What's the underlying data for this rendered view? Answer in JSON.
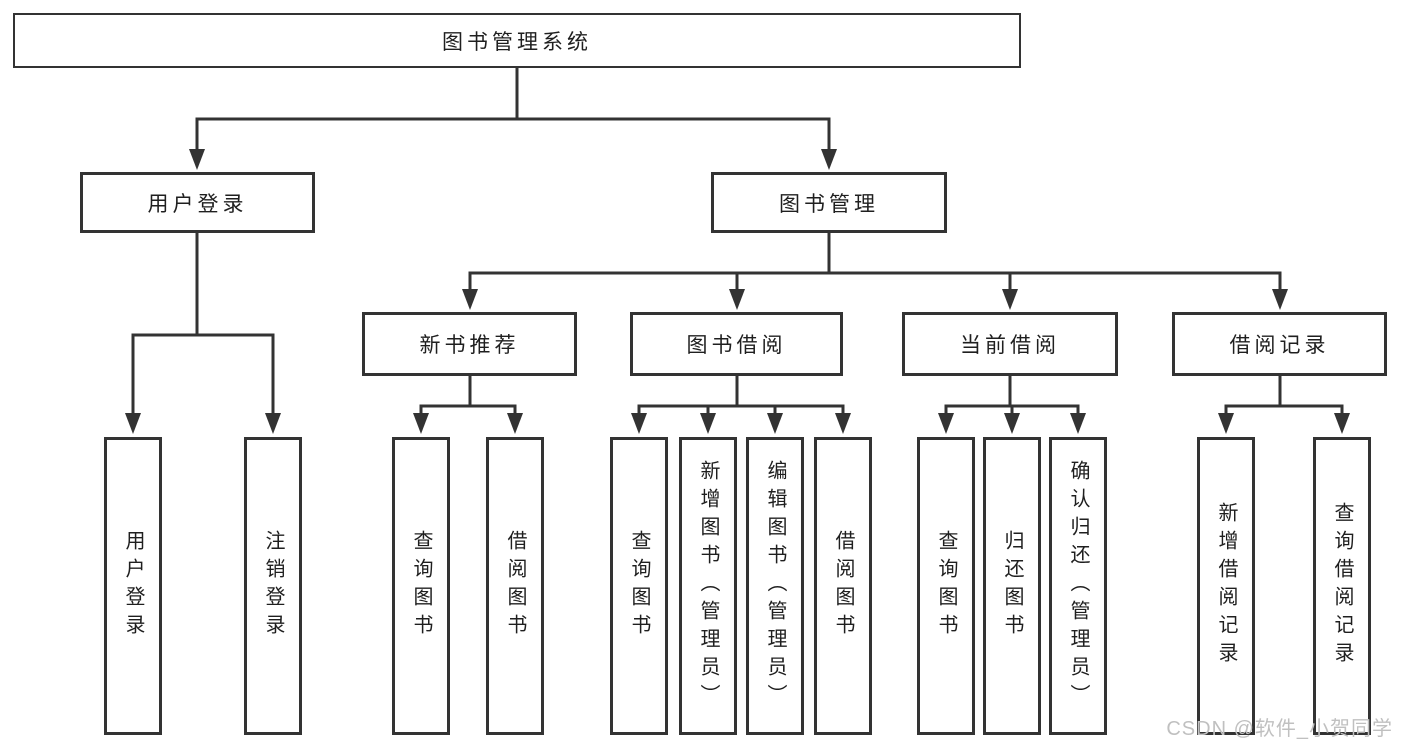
{
  "colors": {
    "line": "#333333",
    "border": "#333333",
    "text": "#1f1f1f",
    "box_background": "#ffffff",
    "watermark": "#c0c0c0"
  },
  "watermark": {
    "text": "CSDN @软件_小贺同学"
  },
  "tree": {
    "root": {
      "label": "图书管理系统"
    },
    "branches": [
      {
        "label": "用户登录",
        "children": [
          {
            "label": "用户登录"
          },
          {
            "label": "注销登录"
          }
        ]
      },
      {
        "label": "图书管理",
        "children": [
          {
            "label": "新书推荐",
            "children": [
              {
                "label": "查询图书"
              },
              {
                "label": "借阅图书"
              }
            ]
          },
          {
            "label": "图书借阅",
            "children": [
              {
                "label": "查询图书"
              },
              {
                "label": "新增图书（管理员）"
              },
              {
                "label": "编辑图书（管理员）"
              },
              {
                "label": "借阅图书"
              }
            ]
          },
          {
            "label": "当前借阅",
            "children": [
              {
                "label": "查询图书"
              },
              {
                "label": "归还图书"
              },
              {
                "label": "确认归还（管理员）"
              }
            ]
          },
          {
            "label": "借阅记录",
            "children": [
              {
                "label": "新增借阅记录"
              },
              {
                "label": "查询借阅记录"
              }
            ]
          }
        ]
      }
    ]
  }
}
